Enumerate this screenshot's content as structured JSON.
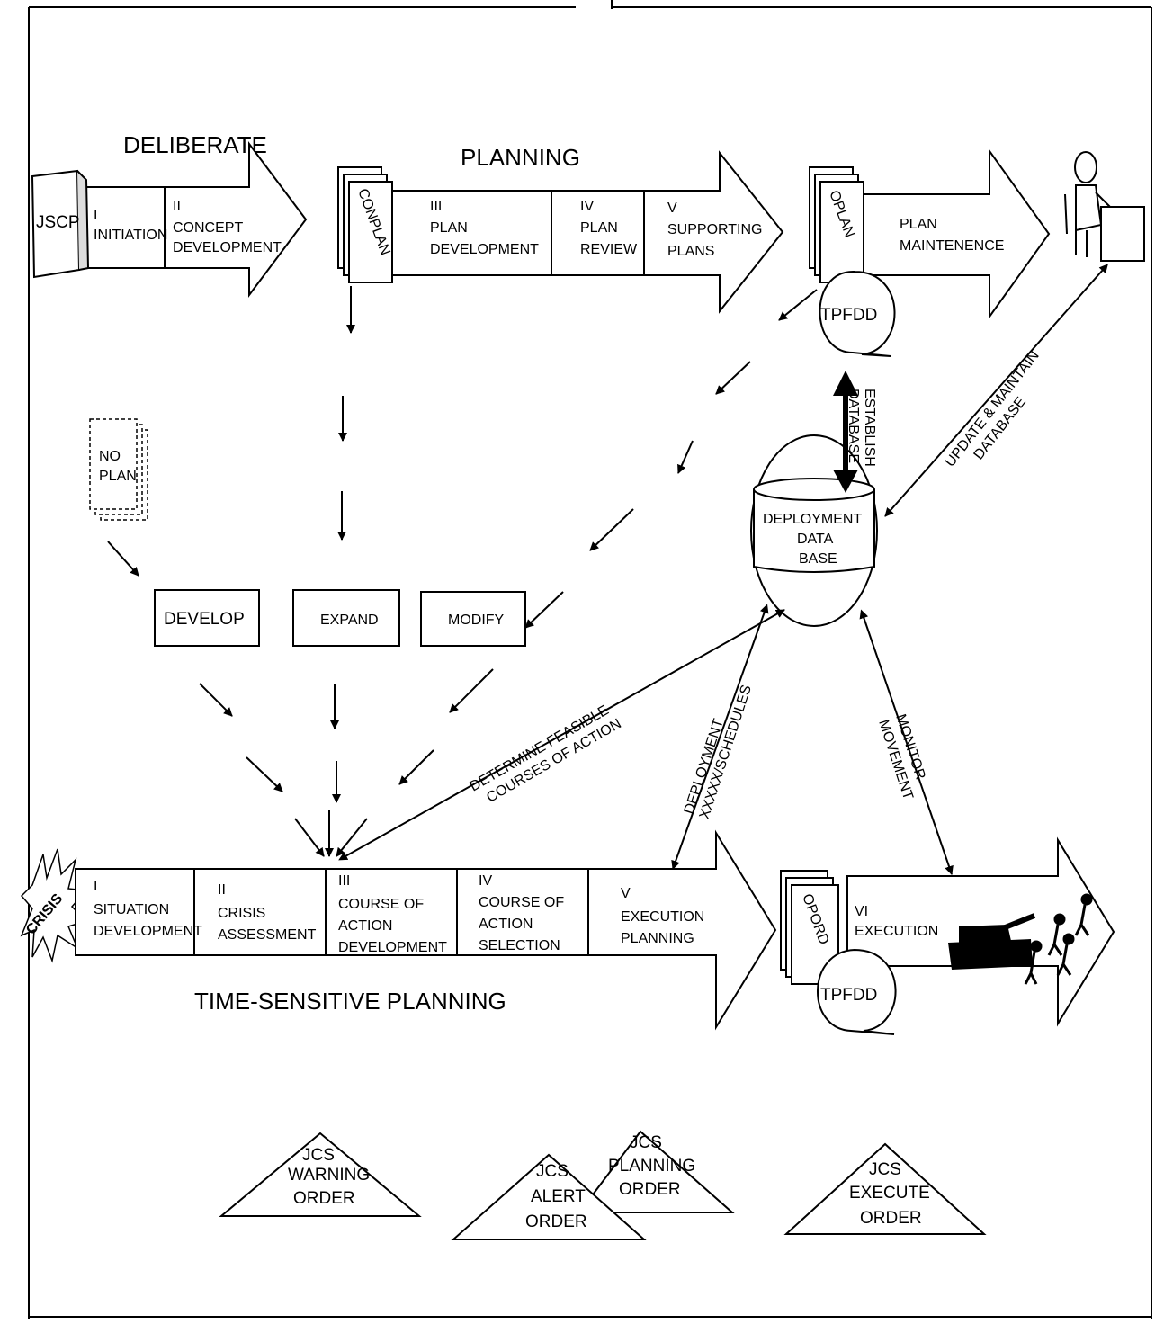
{
  "deliberate": {
    "title_left": "DELIBERATE",
    "title_right": "PLANNING",
    "jscp": "JSCP",
    "conplan": "CONPLAN",
    "oplan": "OPLAN",
    "phases": [
      {
        "num": "I",
        "label": "INITIATION"
      },
      {
        "num": "II",
        "label": "CONCEPT",
        "label2": "DEVELOPMENT"
      },
      {
        "num": "III",
        "label": "PLAN",
        "label2": "DEVELOPMENT"
      },
      {
        "num": "IV",
        "label": "PLAN",
        "label2": "REVIEW"
      },
      {
        "num": "V",
        "label": "SUPPORTING",
        "label2": "PLANS"
      }
    ],
    "maintenance": {
      "label": "PLAN",
      "label2": "MAINTENENCE"
    },
    "tpfdd": "TPFDD"
  },
  "middle": {
    "no_plan": {
      "line1": "NO",
      "line2": "PLAN"
    },
    "develop": "DEVELOP",
    "expand": "EXPAND",
    "modify": "MODIFY",
    "database": {
      "line1": "DEPLOYMENT",
      "line2": "DATA",
      "line3": "BASE"
    },
    "links": {
      "establish": {
        "line1": "ESTABLISH",
        "line2": "DATABASE"
      },
      "update": {
        "line1": "UPDATE & MAINTAIN",
        "line2": "DATABASE"
      },
      "feasible": {
        "line1": "DETERMINE FEASIBLE",
        "line2": "COURSES OF ACTION"
      },
      "deployment": {
        "line1": "DEPLOYMENT",
        "line2": "XXXXX/SCHEDULES"
      },
      "monitor": {
        "line1": "MONITOR",
        "line2": "MOVEMENT"
      }
    }
  },
  "time_sensitive": {
    "crisis": "CRISIS",
    "title": "TIME-SENSITIVE PLANNING",
    "phases": [
      {
        "num": "I",
        "label": "SITUATION",
        "label2": "DEVELOPMENT"
      },
      {
        "num": "II",
        "label": "CRISIS",
        "label2": "ASSESSMENT"
      },
      {
        "num": "III",
        "label": "COURSE OF",
        "label2": "ACTION",
        "label3": "DEVELOPMENT"
      },
      {
        "num": "IV",
        "label": "COURSE OF",
        "label2": "ACTION",
        "label3": "SELECTION"
      },
      {
        "num": "V",
        "label": "EXECUTION",
        "label2": "PLANNING"
      }
    ],
    "opord": "OPORD",
    "execution": {
      "num": "VI",
      "label": "EXECUTION"
    },
    "tpfdd": "TPFDD"
  },
  "orders": [
    {
      "l1": "JCS",
      "l2": "WARNING",
      "l3": "ORDER"
    },
    {
      "l1": "JCS",
      "l2": "ALERT",
      "l3": "ORDER"
    },
    {
      "l1": "JCS",
      "l2": "PLANNING",
      "l3": "ORDER"
    },
    {
      "l1": "JCS",
      "l2": "EXECUTE",
      "l3": "ORDER"
    }
  ]
}
